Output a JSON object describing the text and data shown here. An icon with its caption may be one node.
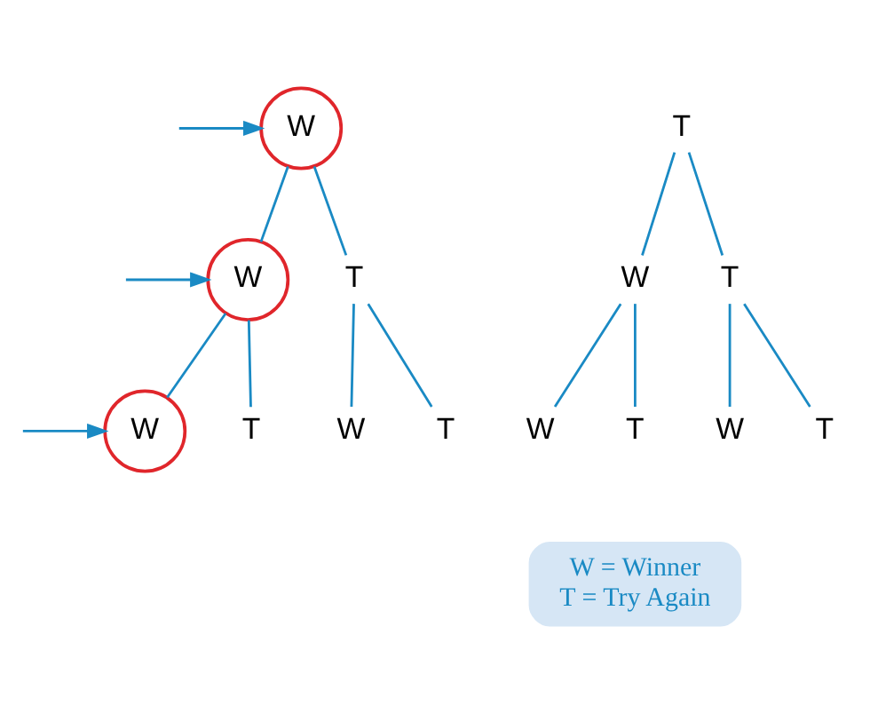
{
  "diagram": {
    "nodes": [
      {
        "text": [
          "W"
        ]
      },
      {
        "text": [
          "T"
        ]
      },
      {
        "text": [
          "W"
        ]
      },
      {
        "text": [
          "T"
        ]
      },
      {
        "text": [
          "W"
        ]
      },
      {
        "text": [
          "T"
        ]
      },
      {
        "text": [
          "W"
        ]
      },
      {
        "text": [
          "T"
        ]
      },
      {
        "text": [
          "W"
        ]
      },
      {
        "text": [
          "T"
        ]
      },
      {
        "text": [
          "W"
        ]
      },
      {
        "text": [
          "T"
        ]
      },
      {
        "text": [
          "W"
        ]
      },
      {
        "text": [
          "T"
        ]
      },
      {
        "text": [
          "W = Winner",
          "T = Try Again"
        ]
      }
    ],
    "edges": [
      {
        "from": 0,
        "to": 2,
        "arrow": "none"
      },
      {
        "from": 0,
        "to": 3,
        "arrow": "none"
      },
      {
        "from": 1,
        "to": 4,
        "arrow": "none"
      },
      {
        "from": 1,
        "to": 5,
        "arrow": "none"
      },
      {
        "from": 2,
        "to": 6,
        "arrow": "none"
      },
      {
        "from": 2,
        "to": 7,
        "arrow": "none"
      },
      {
        "from": 3,
        "to": 8,
        "arrow": "none"
      },
      {
        "from": 3,
        "to": 9,
        "arrow": "none"
      },
      {
        "from": 4,
        "to": 10,
        "arrow": "none"
      },
      {
        "from": 4,
        "to": 11,
        "arrow": "none"
      },
      {
        "from": 5,
        "to": 12,
        "arrow": "none"
      },
      {
        "from": 5,
        "to": 13,
        "arrow": "none"
      },
      {
        "from": null,
        "to": 0,
        "arrow": "to"
      },
      {
        "from": null,
        "to": 2,
        "arrow": "to"
      },
      {
        "from": null,
        "to": 6,
        "arrow": "to"
      }
    ]
  }
}
